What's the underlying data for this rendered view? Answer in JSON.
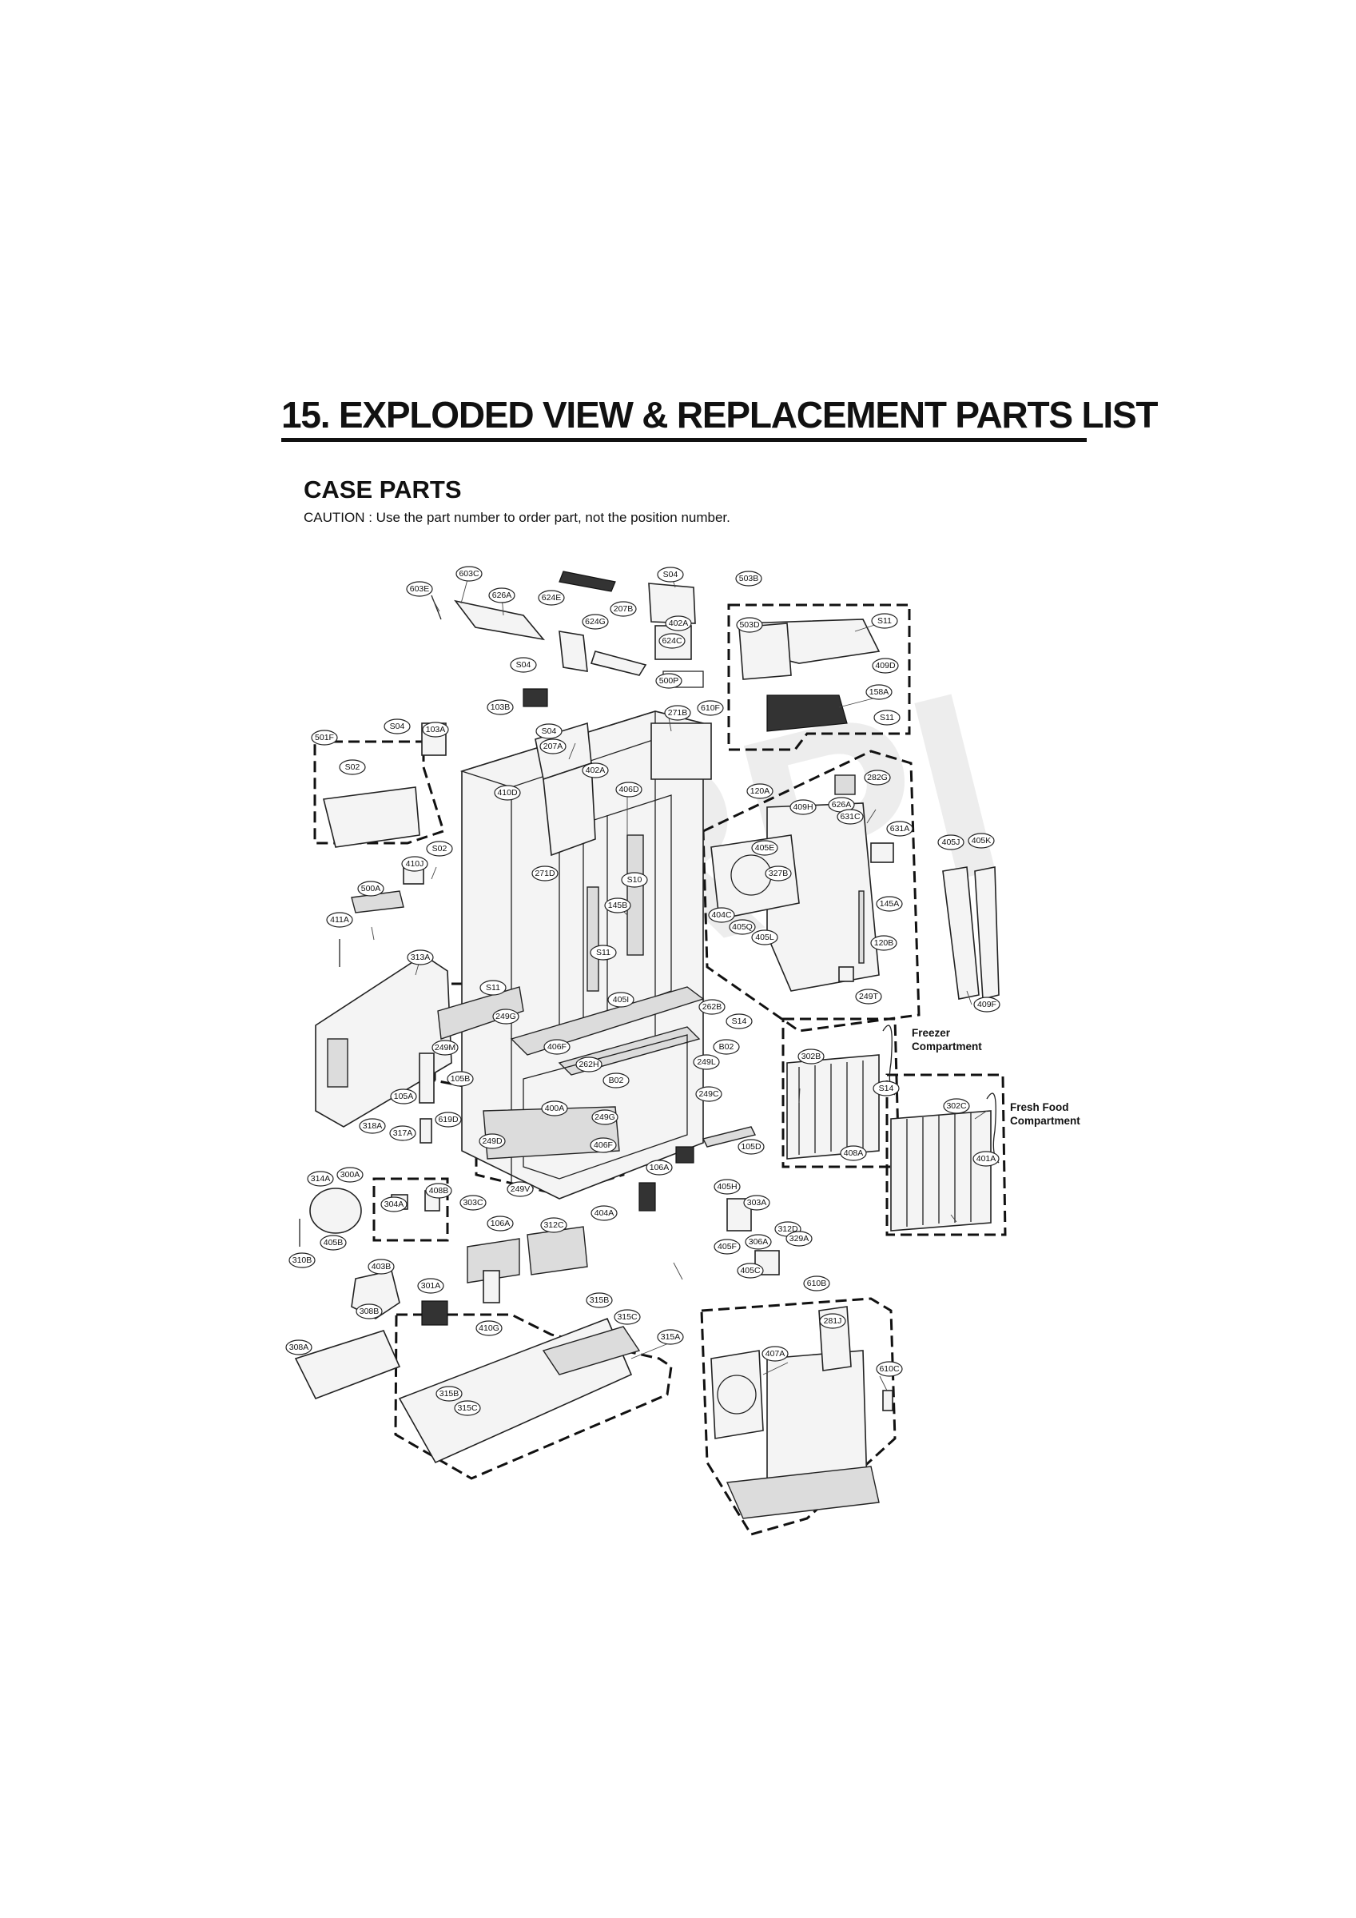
{
  "header": {
    "title": "15. EXPLODED VIEW & REPLACEMENT PARTS LIST",
    "section": "CASE PARTS",
    "caution": "CAUTION : Use the part number to order part, not the position number."
  },
  "diagram": {
    "watermark": "RPI",
    "compartments": {
      "freezer": [
        "Freezer",
        "Compartment"
      ],
      "fresh_food": [
        "Fresh Food",
        "Compartment"
      ]
    },
    "callouts": [
      "603E",
      "603C",
      "626A",
      "624E",
      "S04",
      "207B",
      "402A",
      "503B",
      "503D",
      "S11",
      "624G",
      "624C",
      "500P",
      "409D",
      "S04",
      "610F",
      "103B",
      "271B",
      "158A",
      "S11",
      "501F",
      "S04",
      "103A",
      "S04",
      "207A",
      "402A",
      "S02",
      "410D",
      "406D",
      "282G",
      "120A",
      "409H",
      "626A",
      "631C",
      "631A",
      "405J",
      "405K",
      "S02",
      "410J",
      "271D",
      "S10",
      "405E",
      "327B",
      "500A",
      "145B",
      "404C",
      "405Q",
      "405L",
      "145A",
      "411A",
      "120B",
      "S11",
      "313A",
      "249T",
      "S11",
      "405I",
      "409F",
      "249G",
      "262B",
      "S14",
      "249M",
      "406F",
      "B02",
      "262H",
      "249L",
      "105B",
      "B02",
      "302B",
      "105A",
      "249C",
      "400A",
      "249G",
      "S14",
      "318A",
      "317A",
      "619D",
      "406F",
      "302C",
      "249D",
      "105D",
      "408A",
      "401A",
      "106A",
      "314A",
      "300A",
      "249V",
      "405H",
      "408B",
      "304A",
      "303C",
      "303A",
      "404A",
      "106A",
      "312C",
      "312D",
      "405B",
      "306A",
      "329A",
      "310B",
      "405F",
      "405C",
      "403B",
      "301A",
      "610B",
      "308B",
      "315B",
      "281J",
      "315C",
      "410G",
      "315A",
      "308A",
      "407A",
      "610C",
      "315B",
      "315C"
    ]
  }
}
